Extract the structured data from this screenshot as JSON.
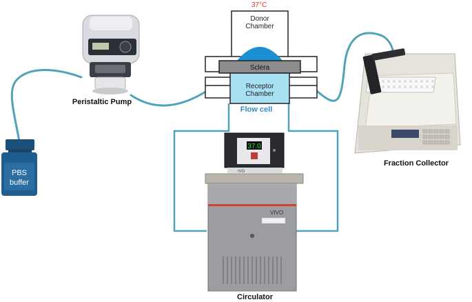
{
  "flow_cell": {
    "temperature": "37°C",
    "donor_line1": "Donor",
    "donor_line2": "Chamber",
    "sclera": "Sclera",
    "receptor_line1": "Receptor",
    "receptor_line2": "Chamber",
    "caption": "Flow cell"
  },
  "labels": {
    "pump": "Peristaltic Pump",
    "collector": "Fraction Collector",
    "circulator": "Circulator"
  },
  "bottle": {
    "line1": "PBS",
    "line2": "buffer"
  },
  "circulator": {
    "display": "37.0",
    "brand": "IVO",
    "brand_front": "VIVO"
  },
  "colors": {
    "tubing": "#4fa3b8",
    "bottle": "#1f5d8f",
    "donor_drop": "#1b8fd1",
    "receptor_fill": "#a7dff3",
    "sclera_fill": "#8c8c8c",
    "temp_text": "#e0301e",
    "caption": "#2e8fc7",
    "display": "#33dd33"
  }
}
